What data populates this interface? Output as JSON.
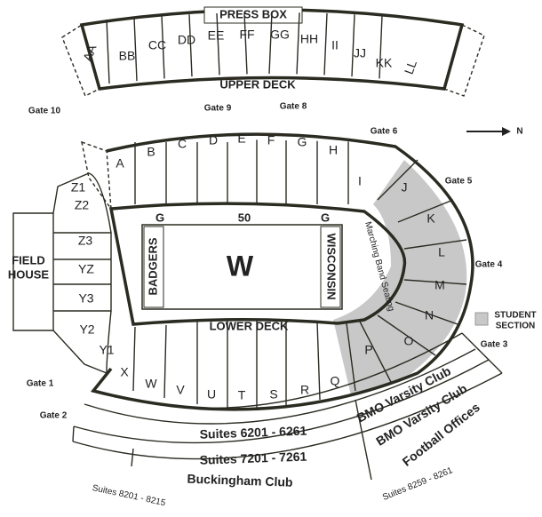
{
  "colors": {
    "line": "#2b2b22",
    "student_section": "#c8c8c8",
    "background": "#ffffff"
  },
  "labels": {
    "press_box": "PRESS BOX",
    "upper_deck": "UPPER DECK",
    "lower_deck": "LOWER DECK",
    "field_house": [
      "FIELD",
      "HOUSE"
    ],
    "field_center": "W",
    "fifty": "50",
    "goal": "G",
    "badgers": "BADGERS",
    "wisconsin": "WISCONSIN",
    "marching_band": "Marching Band Seating",
    "student_section": [
      "STUDENT",
      "SECTION"
    ],
    "north": "N"
  },
  "upper_sections": [
    "AA",
    "BB",
    "CC",
    "DD",
    "EE",
    "FF",
    "GG",
    "HH",
    "II",
    "JJ",
    "KK",
    "LL"
  ],
  "lower_sections": [
    "A",
    "B",
    "C",
    "D",
    "E",
    "F",
    "G",
    "H",
    "I",
    "J",
    "K",
    "L",
    "M",
    "N",
    "O",
    "P",
    "Q",
    "R",
    "S",
    "T",
    "U",
    "V",
    "W",
    "X"
  ],
  "student_sections": [
    "J",
    "K",
    "L",
    "M",
    "N",
    "O",
    "P"
  ],
  "field_house_sections": [
    "Z1",
    "Z2",
    "Z3",
    "YZ",
    "Y3",
    "Y2",
    "Y1"
  ],
  "gates": [
    "Gate 1",
    "Gate 2",
    "Gate 3",
    "Gate 4",
    "Gate 5",
    "Gate 6",
    "Gate 8",
    "Gate 9",
    "Gate 10"
  ],
  "bands": {
    "suites_6": "Suites 6201 - 6261",
    "suites_7": "Suites 7201 - 7261",
    "buckingham": "Buckingham Club",
    "bmo_1": "BMO Varsity Club",
    "bmo_2": "BMO Varsity Club",
    "football_offices": "Football Offices",
    "suites_8_left": "Suites 8201 - 8215",
    "suites_8_right": "Suites 8259 - 8261"
  }
}
